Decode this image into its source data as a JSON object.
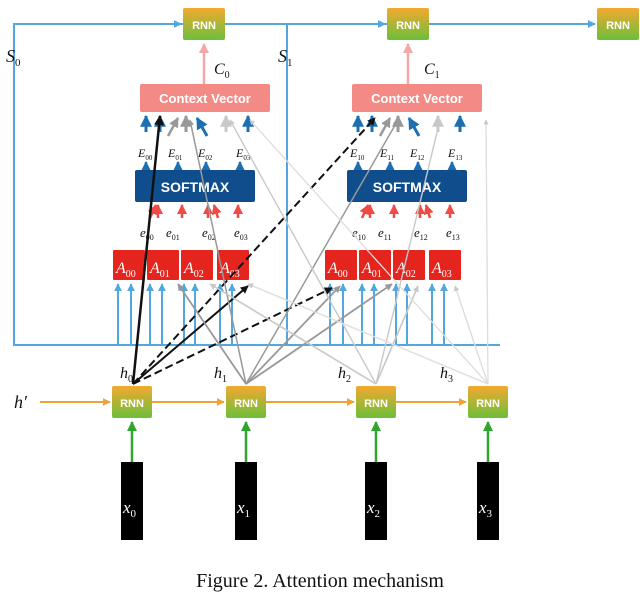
{
  "caption": "Figure 2. Attention mechanism",
  "colors": {
    "rnn_top": "#f2a92f",
    "rnn_bottom": "#6cbf3b",
    "context": "#f38a86",
    "softmax": "#0f4d8c",
    "attn": "#e5241e",
    "state_line": "#52a7de",
    "encoder_arrow": "#f0a236",
    "input_arrow": "#2fa52f",
    "input_block": "#000000"
  },
  "decoder": {
    "rnn_label": "RNN",
    "states": [
      "S",
      "S"
    ],
    "state_subs": [
      "0",
      "1"
    ],
    "contexts": [
      "C",
      "C"
    ],
    "context_subs": [
      "0",
      "1"
    ]
  },
  "attention_groups": [
    {
      "context_label": "Context Vector",
      "softmax_label": "SOFTMAX",
      "E_labels": [
        "E",
        "E",
        "E",
        "E"
      ],
      "E_subs": [
        "00",
        "01",
        "02",
        "03"
      ],
      "e_labels": [
        "e",
        "e",
        "e",
        "e"
      ],
      "e_subs": [
        "00",
        "01",
        "02",
        "03"
      ],
      "A_labels": [
        "A",
        "A",
        "A",
        "A"
      ],
      "A_subs": [
        "00",
        "01",
        "02",
        "03"
      ]
    },
    {
      "context_label": "Context Vector",
      "softmax_label": "SOFTMAX",
      "E_labels": [
        "E",
        "E",
        "E",
        "E"
      ],
      "E_subs": [
        "10",
        "11",
        "12",
        "13"
      ],
      "e_labels": [
        "e",
        "e",
        "e",
        "e"
      ],
      "e_subs": [
        "10",
        "11",
        "12",
        "13"
      ],
      "A_labels": [
        "A",
        "A",
        "A",
        "A"
      ],
      "A_subs": [
        "00",
        "01",
        "02",
        "03"
      ]
    }
  ],
  "encoder": {
    "rnn_label": "RNN",
    "init_label": "h′",
    "hidden_labels": [
      "h",
      "h",
      "h",
      "h"
    ],
    "hidden_subs": [
      "0",
      "1",
      "2",
      "3"
    ],
    "inputs": [
      "x",
      "x",
      "x",
      "x"
    ],
    "input_subs": [
      "0",
      "1",
      "2",
      "3"
    ]
  }
}
